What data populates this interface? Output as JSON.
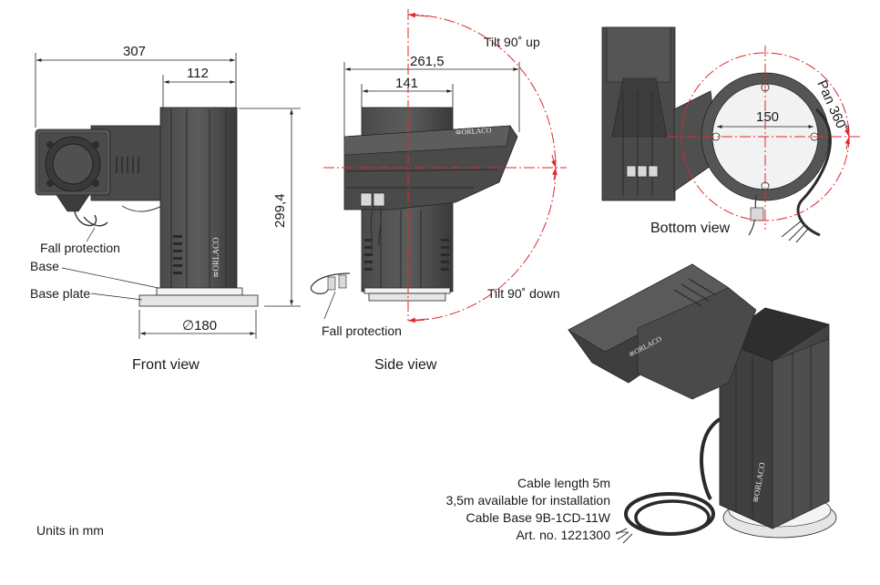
{
  "dimensions": {
    "front_width": "307",
    "front_head": "112",
    "front_height": "299,4",
    "base_diameter": "∅180",
    "side_width": "261,5",
    "side_head": "141",
    "bottom_bolt_circle": "150"
  },
  "angles": {
    "tilt_up": "Tilt 90˚ up",
    "tilt_down": "Tilt 90˚ down",
    "pan": "Pan 360˚"
  },
  "parts": {
    "fall_protection": "Fall protection",
    "base": "Base",
    "base_plate": "Base plate"
  },
  "views": {
    "front": "Front view",
    "side": "Side view",
    "bottom": "Bottom view"
  },
  "brand": "ORLACO",
  "cable_note": [
    "Cable length 5m",
    "3,5m available for installation",
    "Cable Base 9B-1CD-11W",
    "Art. no. 1221300"
  ],
  "units_note": "Units in mm",
  "colors": {
    "body_dark": "#3f3f3f",
    "body_mid": "#5a5a5a",
    "body_light": "#7a7a7a",
    "dimension_line": "#222222",
    "rotation_arc": "#e0282f",
    "base_plate": "#e6e6e6"
  }
}
